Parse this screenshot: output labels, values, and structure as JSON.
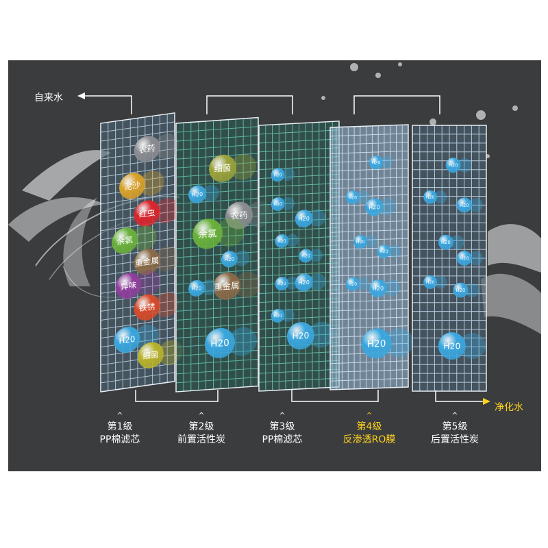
{
  "diagram": {
    "inlet_label": "自来水",
    "outlet_label": "净化水",
    "colors": {
      "background": "#3b3c3e",
      "highlight": "#ffd21e",
      "text": "#ffffff"
    },
    "stages": [
      {
        "level": "第1级",
        "name": "PP棉滤芯",
        "highlight": false,
        "grid_color": "#b9cfe0",
        "contaminants": [
          {
            "label": "农药",
            "color": "#8a8c90"
          },
          {
            "label": "泥沙",
            "color": "#d8a12a"
          },
          {
            "label": "红虫",
            "color": "#d9252c"
          },
          {
            "label": "余氯",
            "color": "#6ab13c"
          },
          {
            "label": "重金属",
            "color": "#8a6a48"
          },
          {
            "label": "异味",
            "color": "#8e3f9c"
          },
          {
            "label": "铁锈",
            "color": "#d64a2a"
          },
          {
            "label": "H20",
            "color": "#3aa6de"
          },
          {
            "label": "细菌",
            "color": "#b8b22c"
          }
        ]
      },
      {
        "level": "第2级",
        "name": "前置活性炭",
        "highlight": false,
        "grid_color": "#5fbfaa",
        "contaminants": [
          {
            "label": "细菌",
            "color": "#9aa23a"
          },
          {
            "label": "H20",
            "color": "#3aa6de"
          },
          {
            "label": "农药",
            "color": "#8a8c90"
          },
          {
            "label": "余氯",
            "color": "#6ab13c"
          },
          {
            "label": "H20",
            "color": "#3aa6de"
          },
          {
            "label": "重金属",
            "color": "#8a6a48"
          },
          {
            "label": "H20",
            "color": "#3aa6de"
          },
          {
            "label": "H20",
            "color": "#3aa6de"
          }
        ]
      },
      {
        "level": "第3级",
        "name": "PP棉滤芯",
        "highlight": false,
        "grid_color": "#69c4ae",
        "contaminants": [
          {
            "label": "H20",
            "color": "#3aa6de"
          },
          {
            "label": "H20",
            "color": "#3aa6de"
          },
          {
            "label": "H20",
            "color": "#3aa6de"
          },
          {
            "label": "H20",
            "color": "#3aa6de"
          },
          {
            "label": "H20",
            "color": "#3aa6de"
          },
          {
            "label": "H20",
            "color": "#3aa6de"
          },
          {
            "label": "H20",
            "color": "#3aa6de"
          },
          {
            "label": "H20",
            "color": "#3aa6de"
          },
          {
            "label": "H20",
            "color": "#3aa6de"
          }
        ]
      },
      {
        "level": "第4级",
        "name": "反渗透RO膜",
        "highlight": true,
        "grid_color": "#cfe2f4",
        "contaminants": [
          {
            "label": "H20",
            "color": "#3aa6de"
          },
          {
            "label": "H20",
            "color": "#3aa6de"
          },
          {
            "label": "H20",
            "color": "#3aa6de"
          },
          {
            "label": "H20",
            "color": "#3aa6de"
          },
          {
            "label": "H20",
            "color": "#3aa6de"
          },
          {
            "label": "H20",
            "color": "#3aa6de"
          },
          {
            "label": "H20",
            "color": "#3aa6de"
          },
          {
            "label": "H20",
            "color": "#3aa6de"
          }
        ]
      },
      {
        "level": "第5级",
        "name": "后置活性炭",
        "highlight": false,
        "grid_color": "#c3d8ec",
        "contaminants": [
          {
            "label": "H20",
            "color": "#3aa6de"
          },
          {
            "label": "H20",
            "color": "#3aa6de"
          },
          {
            "label": "H20",
            "color": "#3aa6de"
          },
          {
            "label": "H20",
            "color": "#3aa6de"
          },
          {
            "label": "H20",
            "color": "#3aa6de"
          },
          {
            "label": "H20",
            "color": "#3aa6de"
          },
          {
            "label": "H20",
            "color": "#3aa6de"
          },
          {
            "label": "H20",
            "color": "#3aa6de"
          }
        ]
      }
    ]
  }
}
